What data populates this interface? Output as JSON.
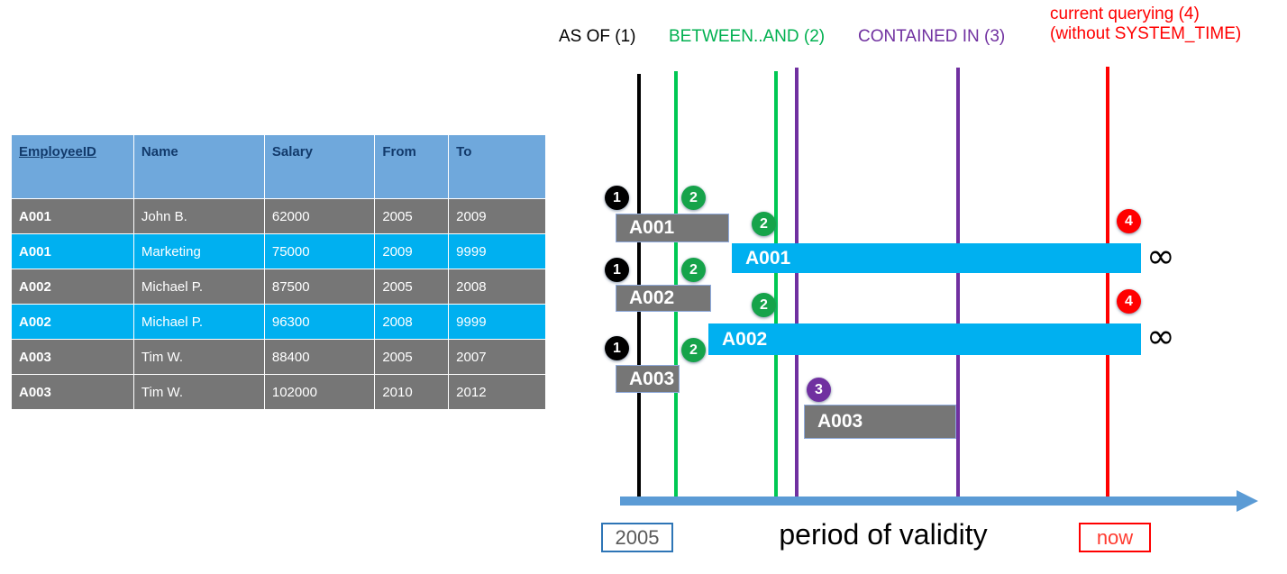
{
  "table": {
    "columns": [
      "EmployeeID",
      "Name",
      "Salary",
      "From",
      "To"
    ],
    "rows": [
      {
        "id": "A001",
        "name": "John  B.",
        "salary": "62000",
        "from": "2005",
        "to": "2009",
        "style": "gray"
      },
      {
        "id": "A001",
        "name": "Marketing",
        "salary": "75000",
        "from": "2009",
        "to": "9999",
        "style": "cyan"
      },
      {
        "id": "A002",
        "name": "Michael P.",
        "salary": "87500",
        "from": "2005",
        "to": "2008",
        "style": "gray"
      },
      {
        "id": "A002",
        "name": "Michael P.",
        "salary": "96300",
        "from": "2008",
        "to": "9999",
        "style": "cyan"
      },
      {
        "id": "A003",
        "name": "Tim W.",
        "salary": "88400",
        "from": "2005",
        "to": "2007",
        "style": "gray"
      },
      {
        "id": "A003",
        "name": "Tim W.",
        "salary": "102000",
        "from": "2010",
        "to": "2012",
        "style": "gray"
      }
    ]
  },
  "legend": {
    "as_of": "AS OF (1)",
    "between_and": "BETWEEN..AND (2)",
    "contained_in": "CONTAINED IN (3)",
    "current_line1": "current querying (4)",
    "current_line2": "(without SYSTEM_TIME)"
  },
  "colors": {
    "as_of": "#000000",
    "between_and": "#00b050",
    "contained_in": "#7030a0",
    "current": "#ff0000",
    "gray_bar": "#767676",
    "cyan_bar": "#00b0f0",
    "axis": "#5b9bd5",
    "header": "#6fa8dc"
  },
  "timeline": {
    "bars": [
      {
        "label": "A001",
        "style": "gray"
      },
      {
        "label": "A001",
        "style": "cyan"
      },
      {
        "label": "A002",
        "style": "gray"
      },
      {
        "label": "A002",
        "style": "cyan"
      },
      {
        "label": "A003",
        "style": "gray"
      },
      {
        "label": "A003",
        "style": "gray"
      }
    ],
    "badges": {
      "one": "1",
      "two": "2",
      "three": "3",
      "four": "4"
    },
    "infinity": "∞",
    "start_year": "2005",
    "now_label": "now",
    "axis_title": "period of validity"
  }
}
